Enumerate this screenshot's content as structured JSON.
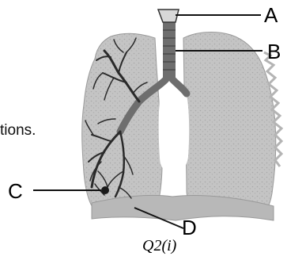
{
  "page_text_fragment": "tions.",
  "labels": {
    "a": "A",
    "b": "B",
    "c": "C",
    "d": "D"
  },
  "caption": "Q2(i)",
  "colors": {
    "lung_fill": "#c4c4c4",
    "lung_texture": "#a8a8a8",
    "airway": "#6e6e6e",
    "bronchiole": "#2a2a2a",
    "diaphragm": "#b8b8b8",
    "line": "#111111"
  }
}
